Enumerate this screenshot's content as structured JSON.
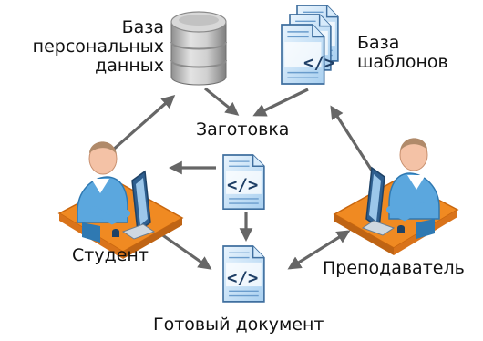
{
  "labels": {
    "db_line1": "База",
    "db_line2": "персональных",
    "db_line3": "данных",
    "templates_line1": "База",
    "templates_line2": "шаблонов",
    "draft": "Заготовка",
    "student": "Студент",
    "teacher": "Преподаватель",
    "final_doc": "Готовый документ"
  },
  "document_glyph": "</>",
  "colors": {
    "arrow": "#666666",
    "doc_fill": "#c9e3f7",
    "doc_stroke": "#3f6f9f",
    "glyph": "#1f3f66",
    "desk": "#f08a22",
    "person_shirt": "#5ba7de",
    "person_skin": "#f4c2a6",
    "monitor": "#2f5f8f",
    "db_gray": "#b7b7b7"
  },
  "icons": {
    "database": "database-icon",
    "templates": "document-stack-icon",
    "draft": "code-document-icon",
    "final": "code-document-icon",
    "student": "person-at-computer-icon",
    "teacher": "person-at-computer-icon"
  }
}
